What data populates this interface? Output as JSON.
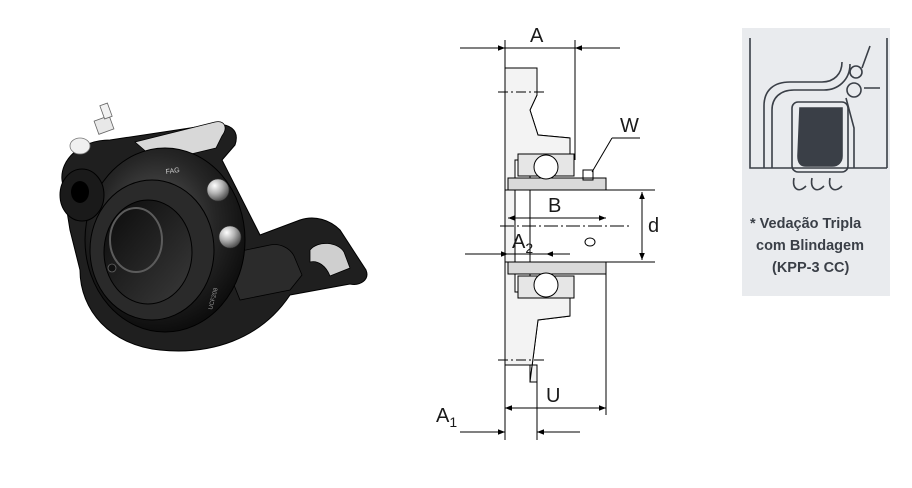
{
  "drawing": {
    "labels": {
      "A": "A",
      "W": "W",
      "B": "B",
      "d": "d",
      "A2_main": "A",
      "A2_sub": "2",
      "U": "U",
      "A1_main": "A",
      "A1_sub": "1"
    }
  },
  "seal": {
    "caption_line1": "* Vedação Tripla",
    "caption_line2": "com Blindagem",
    "caption_line3": "(KPP-3 CC)"
  },
  "photo": {
    "brand": "FAG",
    "housing_marking": "UCF208"
  },
  "colors": {
    "metal_dark": "#1c1c1c",
    "metal_mid": "#3b3b3b",
    "metal_light": "#9a9a9a",
    "seal_bg": "#e9ebee",
    "seal_ink": "#3a3f47"
  }
}
